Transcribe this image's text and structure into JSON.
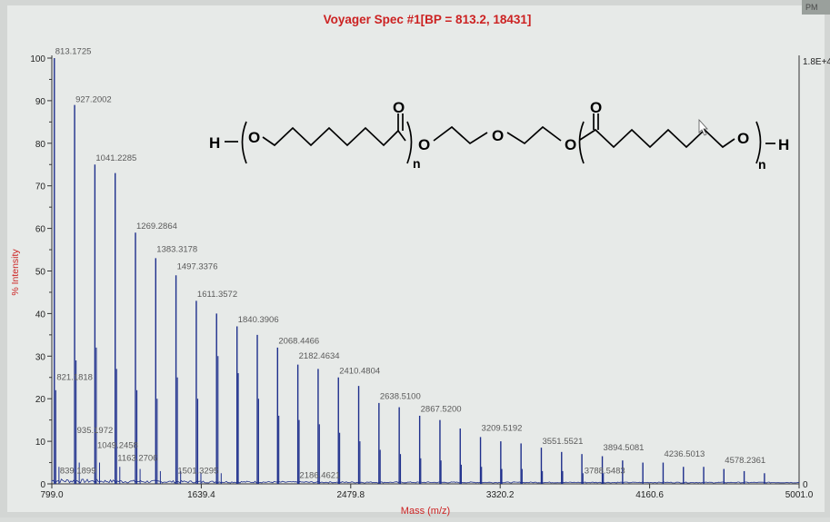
{
  "window_title": "Voyager Spec #1[BP = 813.2, 18431]",
  "corner_label": "PM",
  "colors": {
    "title": "#cc2222",
    "spectrum": "#1e2f8c",
    "background": "#e7eae8",
    "axis_label": "#cc2222"
  },
  "chart_data": {
    "type": "bar",
    "title": "Voyager Spec #1[BP = 813.2, 18431]",
    "xlabel": "Mass (m/z)",
    "ylabel": "% Intensity",
    "xlim": [
      799.0,
      5001.0
    ],
    "ylim": [
      0,
      100
    ],
    "x_ticks": [
      "799.0",
      "1639.4",
      "2479.8",
      "3320.2",
      "4160.6",
      "5001.0"
    ],
    "y_ticks": [
      "0",
      "10",
      "20",
      "30",
      "40",
      "50",
      "60",
      "70",
      "80",
      "90",
      "100"
    ],
    "right_axis_labels": {
      "top": "1.8E+4",
      "bottom": "0"
    },
    "main_peaks": [
      {
        "mz": 813.2,
        "intensity": 100
      },
      {
        "mz": 927.2,
        "intensity": 89
      },
      {
        "mz": 1041.2,
        "intensity": 75
      },
      {
        "mz": 1155.3,
        "intensity": 73
      },
      {
        "mz": 1269.3,
        "intensity": 59
      },
      {
        "mz": 1383.3,
        "intensity": 53
      },
      {
        "mz": 1497.3,
        "intensity": 49
      },
      {
        "mz": 1611.4,
        "intensity": 43
      },
      {
        "mz": 1725.4,
        "intensity": 40
      },
      {
        "mz": 1840.4,
        "intensity": 37
      },
      {
        "mz": 1954.4,
        "intensity": 35
      },
      {
        "mz": 2068.4,
        "intensity": 32
      },
      {
        "mz": 2182.5,
        "intensity": 28
      },
      {
        "mz": 2296.5,
        "intensity": 27
      },
      {
        "mz": 2410.5,
        "intensity": 25
      },
      {
        "mz": 2524.5,
        "intensity": 23
      },
      {
        "mz": 2638.5,
        "intensity": 19
      },
      {
        "mz": 2752.5,
        "intensity": 18
      },
      {
        "mz": 2867.5,
        "intensity": 16
      },
      {
        "mz": 2981.5,
        "intensity": 15
      },
      {
        "mz": 3095.5,
        "intensity": 13
      },
      {
        "mz": 3209.5,
        "intensity": 11
      },
      {
        "mz": 3323.5,
        "intensity": 10
      },
      {
        "mz": 3437.5,
        "intensity": 9.5
      },
      {
        "mz": 3551.6,
        "intensity": 8.5
      },
      {
        "mz": 3665.6,
        "intensity": 7.5
      },
      {
        "mz": 3779.6,
        "intensity": 7
      },
      {
        "mz": 3894.5,
        "intensity": 6.5
      },
      {
        "mz": 4008.5,
        "intensity": 5.5
      },
      {
        "mz": 4122.5,
        "intensity": 5
      },
      {
        "mz": 4236.5,
        "intensity": 5
      },
      {
        "mz": 4350.5,
        "intensity": 4
      },
      {
        "mz": 4464.5,
        "intensity": 4
      },
      {
        "mz": 4578.2,
        "intensity": 3.5
      },
      {
        "mz": 4692.2,
        "intensity": 3
      },
      {
        "mz": 4806.2,
        "intensity": 2.5
      }
    ],
    "secondary_peaks": [
      {
        "mz": 821.2,
        "intensity": 22
      },
      {
        "mz": 935.2,
        "intensity": 29
      },
      {
        "mz": 1049.2,
        "intensity": 32
      },
      {
        "mz": 1163.3,
        "intensity": 27
      },
      {
        "mz": 1277.3,
        "intensity": 22
      },
      {
        "mz": 1391.3,
        "intensity": 20
      },
      {
        "mz": 1505.3,
        "intensity": 25
      },
      {
        "mz": 1619.4,
        "intensity": 20
      },
      {
        "mz": 1733.4,
        "intensity": 30
      },
      {
        "mz": 1847.4,
        "intensity": 26
      },
      {
        "mz": 1961.4,
        "intensity": 20
      },
      {
        "mz": 2075.4,
        "intensity": 16
      },
      {
        "mz": 2189.5,
        "intensity": 15
      },
      {
        "mz": 2303.5,
        "intensity": 14
      },
      {
        "mz": 2417.5,
        "intensity": 12
      },
      {
        "mz": 2531.5,
        "intensity": 10
      },
      {
        "mz": 2645.5,
        "intensity": 8
      },
      {
        "mz": 2759.5,
        "intensity": 7
      },
      {
        "mz": 2873.5,
        "intensity": 6
      },
      {
        "mz": 2987.5,
        "intensity": 5.5
      },
      {
        "mz": 3101.5,
        "intensity": 4.5
      },
      {
        "mz": 3215.5,
        "intensity": 4
      },
      {
        "mz": 3329.5,
        "intensity": 3.5
      },
      {
        "mz": 3443.5,
        "intensity": 3.5
      },
      {
        "mz": 3557.6,
        "intensity": 3
      },
      {
        "mz": 3671.6,
        "intensity": 3
      },
      {
        "mz": 3785.6,
        "intensity": 2.5
      },
      {
        "mz": 3900.5,
        "intensity": 2.5
      }
    ],
    "minor_peaks": [
      {
        "mz": 839.2,
        "intensity": 4
      },
      {
        "mz": 953.2,
        "intensity": 5
      },
      {
        "mz": 1067.2,
        "intensity": 5
      },
      {
        "mz": 1181.3,
        "intensity": 4
      },
      {
        "mz": 1295.3,
        "intensity": 3.5
      },
      {
        "mz": 1409.3,
        "intensity": 3
      },
      {
        "mz": 1523.3,
        "intensity": 3
      },
      {
        "mz": 1637.4,
        "intensity": 2.5
      },
      {
        "mz": 1751.4,
        "intensity": 2.5
      }
    ],
    "annotations": [
      {
        "text": "813.1725",
        "mz": 813.2,
        "intensity": 100.5
      },
      {
        "text": "927.2002",
        "mz": 927.2,
        "intensity": 89.2
      },
      {
        "text": "1041.2285",
        "mz": 1041.2,
        "intensity": 75.5
      },
      {
        "text": "1269.2864",
        "mz": 1269.3,
        "intensity": 59.5
      },
      {
        "text": "1383.3178",
        "mz": 1383.3,
        "intensity": 54
      },
      {
        "text": "1497.3376",
        "mz": 1497.3,
        "intensity": 50
      },
      {
        "text": "1611.3572",
        "mz": 1611.4,
        "intensity": 43.5
      },
      {
        "text": "1840.3906",
        "mz": 1840.4,
        "intensity": 37.5
      },
      {
        "text": "2068.4466",
        "mz": 2068.4,
        "intensity": 32.5
      },
      {
        "text": "2182.4634",
        "mz": 2182.5,
        "intensity": 29
      },
      {
        "text": "2410.4804",
        "mz": 2410.5,
        "intensity": 25.5
      },
      {
        "text": "2638.5100",
        "mz": 2638.5,
        "intensity": 19.5
      },
      {
        "text": "2867.5200",
        "mz": 2867.5,
        "intensity": 16.5
      },
      {
        "text": "3209.5192",
        "mz": 3209.5,
        "intensity": 12
      },
      {
        "text": "3551.5521",
        "mz": 3551.6,
        "intensity": 9
      },
      {
        "text": "3894.5081",
        "mz": 3894.5,
        "intensity": 7.5
      },
      {
        "text": "4236.5013",
        "mz": 4236.5,
        "intensity": 6
      },
      {
        "text": "4578.2361",
        "mz": 4578.2,
        "intensity": 4.5
      },
      {
        "text": "821.1818",
        "mz": 821.2,
        "intensity": 24
      },
      {
        "text": "935.1972",
        "mz": 935.2,
        "intensity": 11.5
      },
      {
        "text": "1049.2458",
        "mz": 1049.2,
        "intensity": 8
      },
      {
        "text": "1163.2706",
        "mz": 1163.3,
        "intensity": 5
      },
      {
        "text": "1501.3295",
        "mz": 1501.3,
        "intensity": 2
      },
      {
        "text": "2186.4621",
        "mz": 2186.5,
        "intensity": 1
      },
      {
        "text": "3788.5483",
        "mz": 3788.5,
        "intensity": 2
      },
      {
        "text": "839.1899",
        "mz": 839.2,
        "intensity": 2
      }
    ]
  },
  "structure": {
    "h_left": "H",
    "o1": "O",
    "o_carbonyl_left": "O",
    "n_left": "n",
    "o_link_1": "O",
    "o_ether": "O",
    "o_link_2": "O",
    "o_carbonyl_right": "O",
    "o_right": "O",
    "n_right": "n",
    "h_right": "H"
  }
}
